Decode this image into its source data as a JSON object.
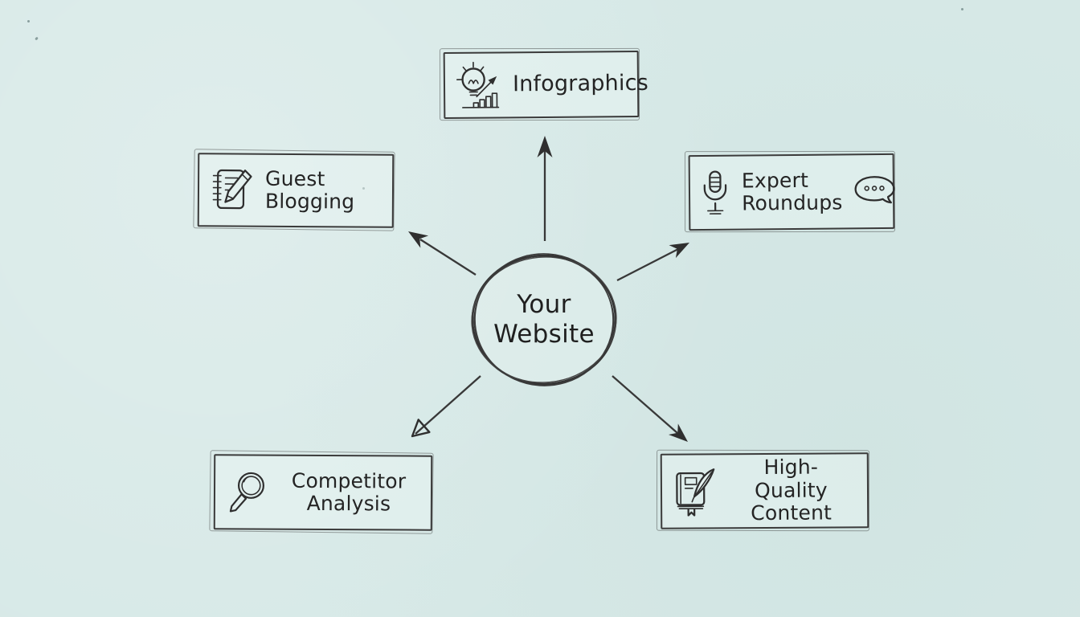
{
  "palette": {
    "background": "#d7e9e7",
    "ink": "#2e2e2e",
    "box_fill": "#e9f4f2"
  },
  "center": {
    "name": "your-website",
    "line1": "Your",
    "line2": "Website",
    "shape": "hand-drawn-circle"
  },
  "nodes": {
    "infographics": {
      "label": "Infographics",
      "icon": "lightbulb-bar-chart-icon",
      "position": "top"
    },
    "guest_blogging": {
      "line1": "Guest",
      "line2": "Blogging",
      "icon": "notebook-pencil-icon",
      "position": "upper-left"
    },
    "expert_roundups": {
      "line1": "Expert",
      "line2": "Roundups",
      "icon_left": "microphone-icon",
      "icon_right": "speech-bubble-icon",
      "position": "upper-right"
    },
    "competitor_analysis": {
      "line1": "Competitor",
      "line2": "Analysis",
      "icon": "magnifying-glass-icon",
      "position": "lower-left"
    },
    "high_quality_content": {
      "line1": "High-Quality",
      "line2": "Content",
      "icon": "book-quill-icon",
      "position": "lower-right"
    }
  },
  "connectors": [
    {
      "from": "center",
      "to": "infographics",
      "style": "filled-arrow"
    },
    {
      "from": "center",
      "to": "guest_blogging",
      "style": "filled-arrow"
    },
    {
      "from": "center",
      "to": "expert_roundups",
      "style": "filled-arrow"
    },
    {
      "from": "center",
      "to": "competitor_analysis",
      "style": "open-arrow"
    },
    {
      "from": "center",
      "to": "high_quality_content",
      "style": "filled-arrow"
    }
  ]
}
